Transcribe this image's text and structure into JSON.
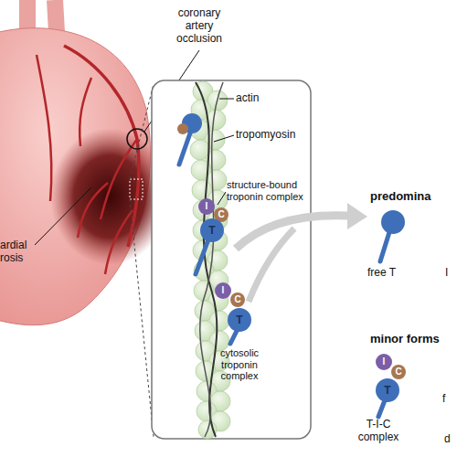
{
  "diagram": {
    "nodes": [
      {
        "text": [
          "I"
        ]
      },
      {
        "text": [
          "C"
        ]
      },
      {
        "text": [
          "T"
        ]
      },
      {
        "text": [
          "I"
        ]
      },
      {
        "text": [
          "C"
        ]
      },
      {
        "text": [
          "T"
        ]
      },
      {
        "text": [
          "I"
        ]
      },
      {
        "text": [
          "C"
        ]
      },
      {
        "text": [
          "T"
        ]
      }
    ],
    "labels": [
      "coronary artery occlusion",
      "ardial rosis",
      "actin",
      "tropomyosin",
      "structure-bound troponin complex",
      "cytosolic troponin complex",
      "predomina",
      "free T",
      "I",
      "minor forms",
      "T-I-C complex",
      "f",
      "d"
    ]
  }
}
